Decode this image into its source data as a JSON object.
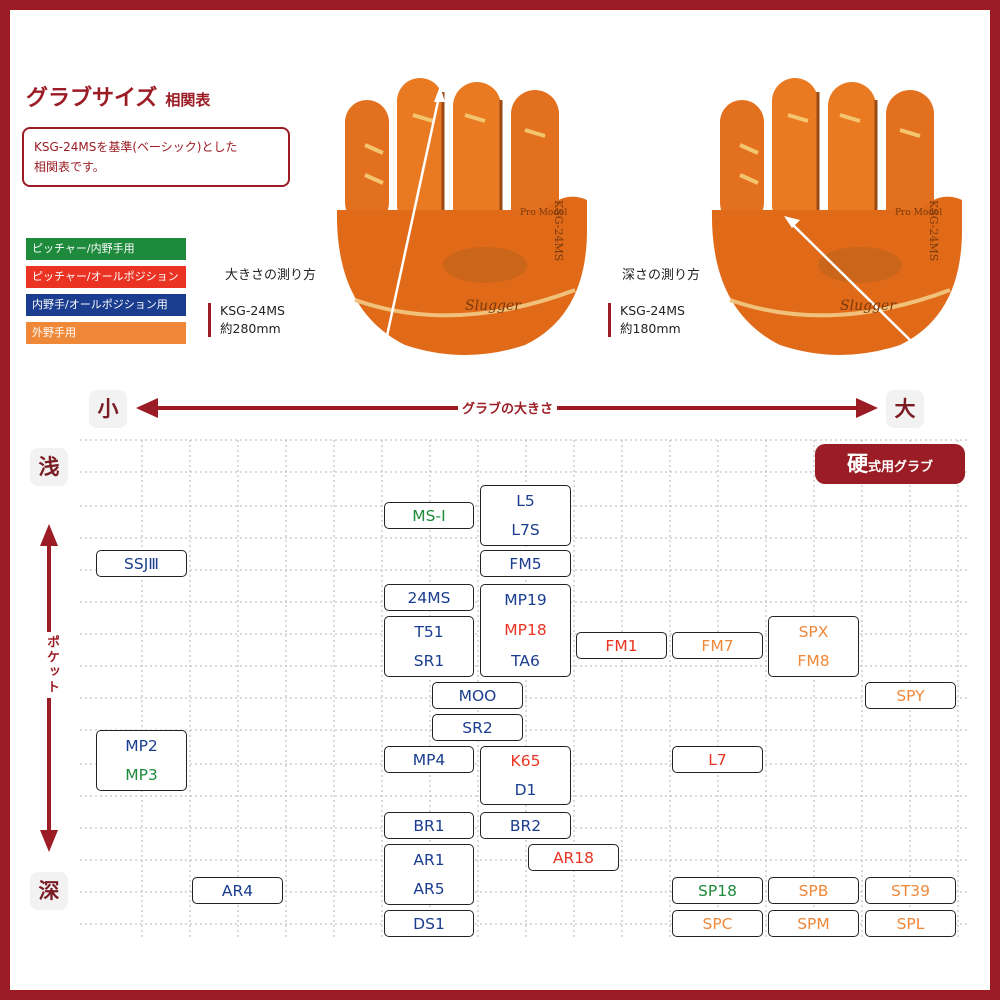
{
  "colors": {
    "brand": "#9b1c24",
    "pitcher_infield": "#1e8a3c",
    "pitcher_allposition": "#ea3322",
    "infield_allposition": "#1a3d8f",
    "outfield": "#f0883a"
  },
  "header": {
    "title": "グラブサイズ",
    "title_sub": "相関表",
    "intro_line1": "KSG-24MSを基準(ベーシック)とした",
    "intro_line2": "相関表です。"
  },
  "legend": [
    {
      "label": "ピッチャー/内野手用",
      "category": "pitcher_infield"
    },
    {
      "label": "ピッチャー/オールポジション用",
      "category": "pitcher_allposition"
    },
    {
      "label": "内野手/オールポジション用",
      "category": "infield_allposition"
    },
    {
      "label": "外野手用",
      "category": "outfield"
    }
  ],
  "measure": {
    "size_title": "大きさの測り方",
    "size_model": "KSG-24MS",
    "size_value": "約280mm",
    "depth_title": "深さの測り方",
    "depth_model": "KSG-24MS",
    "depth_value": "約180mm"
  },
  "glove_images": {
    "stamp_model": "KSG-24MS",
    "stamp_brand": "Pro Model",
    "stamp_logo": "Slugger"
  },
  "axis": {
    "small": "小",
    "large": "大",
    "size_label": "グラブの大きさ",
    "shallow": "浅",
    "deep": "深",
    "pocket_label": "ポケット"
  },
  "badge": {
    "big": "硬",
    "rest": "式用グラブ"
  },
  "models": [
    {
      "lines": [
        "MS-Ⅰ"
      ],
      "cats": [
        "pitcher_infield"
      ]
    },
    {
      "lines": [
        "L5",
        "L7S"
      ],
      "cats": [
        "infield_allposition",
        "infield_allposition"
      ]
    },
    {
      "lines": [
        "SSJⅢ"
      ],
      "cats": [
        "infield_allposition"
      ]
    },
    {
      "lines": [
        "FM5"
      ],
      "cats": [
        "infield_allposition"
      ]
    },
    {
      "lines": [
        "24MS"
      ],
      "cats": [
        "infield_allposition"
      ]
    },
    {
      "lines": [
        "MP19",
        "MP18",
        "TA6"
      ],
      "cats": [
        "infield_allposition",
        "pitcher_allposition",
        "infield_allposition"
      ]
    },
    {
      "lines": [
        "T51",
        "SR1"
      ],
      "cats": [
        "infield_allposition",
        "infield_allposition"
      ]
    },
    {
      "lines": [
        "FM1"
      ],
      "cats": [
        "pitcher_allposition"
      ]
    },
    {
      "lines": [
        "FM7"
      ],
      "cats": [
        "outfield"
      ]
    },
    {
      "lines": [
        "SPX",
        "FM8"
      ],
      "cats": [
        "outfield",
        "outfield"
      ]
    },
    {
      "lines": [
        "SPY"
      ],
      "cats": [
        "outfield"
      ]
    },
    {
      "lines": [
        "MOO"
      ],
      "cats": [
        "infield_allposition"
      ]
    },
    {
      "lines": [
        "SR2"
      ],
      "cats": [
        "infield_allposition"
      ]
    },
    {
      "lines": [
        "MP2",
        "MP3"
      ],
      "cats": [
        "infield_allposition",
        "pitcher_infield"
      ]
    },
    {
      "lines": [
        "MP4"
      ],
      "cats": [
        "infield_allposition"
      ]
    },
    {
      "lines": [
        "K65",
        "D1"
      ],
      "cats": [
        "pitcher_allposition",
        "infield_allposition"
      ]
    },
    {
      "lines": [
        "L7"
      ],
      "cats": [
        "pitcher_allposition"
      ]
    },
    {
      "lines": [
        "BR1"
      ],
      "cats": [
        "infield_allposition"
      ]
    },
    {
      "lines": [
        "BR2"
      ],
      "cats": [
        "infield_allposition"
      ]
    },
    {
      "lines": [
        "AR1",
        "AR5"
      ],
      "cats": [
        "infield_allposition",
        "infield_allposition"
      ]
    },
    {
      "lines": [
        "AR18"
      ],
      "cats": [
        "pitcher_allposition"
      ]
    },
    {
      "lines": [
        "AR4"
      ],
      "cats": [
        "infield_allposition"
      ]
    },
    {
      "lines": [
        "SP18"
      ],
      "cats": [
        "pitcher_infield"
      ]
    },
    {
      "lines": [
        "SPB"
      ],
      "cats": [
        "outfield"
      ]
    },
    {
      "lines": [
        "ST39"
      ],
      "cats": [
        "outfield"
      ]
    },
    {
      "lines": [
        "DS1"
      ],
      "cats": [
        "infield_allposition"
      ]
    },
    {
      "lines": [
        "SPC"
      ],
      "cats": [
        "outfield"
      ]
    },
    {
      "lines": [
        "SPM"
      ],
      "cats": [
        "outfield"
      ]
    },
    {
      "lines": [
        "SPL"
      ],
      "cats": [
        "outfield"
      ]
    }
  ]
}
